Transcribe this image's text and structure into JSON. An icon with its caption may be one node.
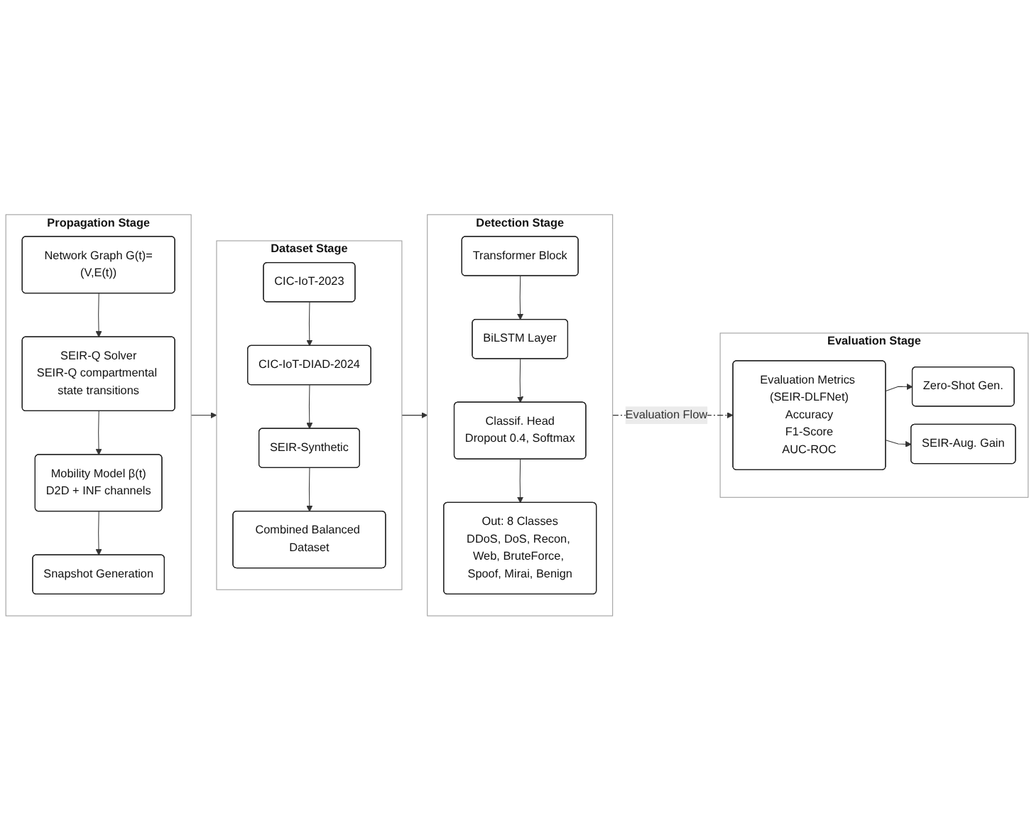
{
  "diagram": {
    "nodes": [
      {
        "text": [
          "Propagation Stage"
        ]
      },
      {
        "text": [
          "Network Graph G(t)=(V,E(t))"
        ],
        "in": 0
      },
      {
        "text": [
          "SEIR-Q Solver",
          "SEIR-Q compartmental state transitions"
        ],
        "in": 0
      },
      {
        "text": [
          "Mobility Model β(t)",
          "D2D + INF channels"
        ],
        "in": 0
      },
      {
        "text": [
          "Snapshot Generation"
        ],
        "in": 0
      },
      {
        "text": [
          "Dataset Stage"
        ]
      },
      {
        "text": [
          "CIC-IoT-2023"
        ],
        "in": 5
      },
      {
        "text": [
          "CIC-IoT-DIAD-2024"
        ],
        "in": 5
      },
      {
        "text": [
          "SEIR-Synthetic"
        ],
        "in": 5
      },
      {
        "text": [
          "Combined Balanced Dataset"
        ],
        "in": 5
      },
      {
        "text": [
          "Detection Stage"
        ]
      },
      {
        "text": [
          "Transformer Block"
        ],
        "in": 10
      },
      {
        "text": [
          "BiLSTM Layer"
        ],
        "in": 10
      },
      {
        "text": [
          "Classif. Head",
          "Dropout 0.4, Softmax"
        ],
        "in": 10
      },
      {
        "text": [
          "Out: 8 Classes",
          "DDoS, DoS, Recon, Web, BruteForce, Spoof, Mirai, Benign"
        ],
        "in": 10
      },
      {
        "text": [
          "Evaluation Stage"
        ]
      },
      {
        "text": [
          "Evaluation Metrics (SEIR-DLFNet)",
          "Accuracy",
          "F1-Score",
          "AUC-ROC"
        ],
        "in": 15
      },
      {
        "text": [
          "Zero-Shot Gen."
        ],
        "in": 15
      },
      {
        "text": [
          "SEIR-Aug. Gain"
        ],
        "in": 15
      }
    ],
    "edges": [
      {
        "from": 1,
        "to": 2,
        "arrow": "to"
      },
      {
        "from": 2,
        "to": 3,
        "arrow": "to"
      },
      {
        "from": 3,
        "to": 4,
        "arrow": "to"
      },
      {
        "from": 0,
        "to": 5,
        "arrow": "to"
      },
      {
        "from": 6,
        "to": 7,
        "arrow": "to"
      },
      {
        "from": 7,
        "to": 8,
        "arrow": "to"
      },
      {
        "from": 8,
        "to": 9,
        "arrow": "to"
      },
      {
        "from": 5,
        "to": 10,
        "arrow": "to"
      },
      {
        "from": 11,
        "to": 12,
        "arrow": "to"
      },
      {
        "from": 12,
        "to": 13,
        "arrow": "to"
      },
      {
        "from": 13,
        "to": 14,
        "arrow": "to"
      },
      {
        "from": 10,
        "to": 16,
        "arrow": "to",
        "label": "Evaluation Flow",
        "style": "dashed"
      },
      {
        "from": 16,
        "to": 17,
        "arrow": "to"
      },
      {
        "from": 16,
        "to": 18,
        "arrow": "to"
      }
    ]
  }
}
